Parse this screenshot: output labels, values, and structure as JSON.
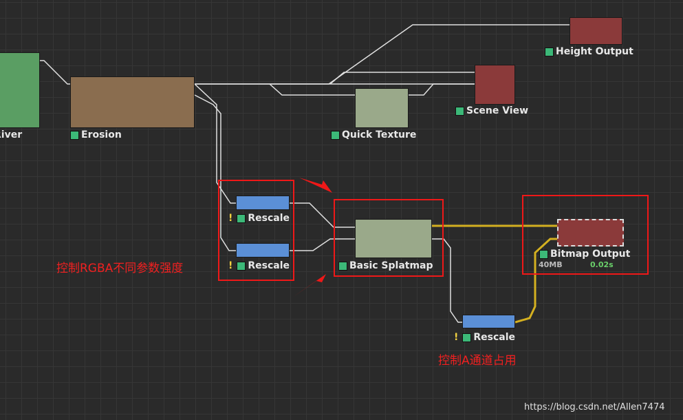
{
  "nodes": {
    "river": {
      "label": "River"
    },
    "erosion": {
      "label": "Erosion"
    },
    "quick_texture": {
      "label": "Quick Texture"
    },
    "scene_view": {
      "label": "Scene View"
    },
    "height_output": {
      "label": "Height Output"
    },
    "rescale1": {
      "label": "Rescale",
      "warning": "!"
    },
    "rescale2": {
      "label": "Rescale",
      "warning": "!"
    },
    "basic_splatmap": {
      "label": "Basic Splatmap"
    },
    "bitmap_output": {
      "label": "Bitmap Output",
      "memory": "40MB",
      "time": "0.02s"
    },
    "rescale3": {
      "label": "Rescale",
      "warning": "!"
    }
  },
  "annotations": {
    "rgba_note": "控制RGBA不同参数强度",
    "alpha_note": "控制A通道占用"
  },
  "watermark": "https://blog.csdn.net/Allen7474",
  "colors": {
    "river": "#5a9e63",
    "erosion": "#8a6d4f",
    "texture": "#9aa98a",
    "output": "#8b3a3a",
    "rescale": "#5b8fd6",
    "highlight": "#f01818",
    "active_wire": "#d4b020"
  }
}
